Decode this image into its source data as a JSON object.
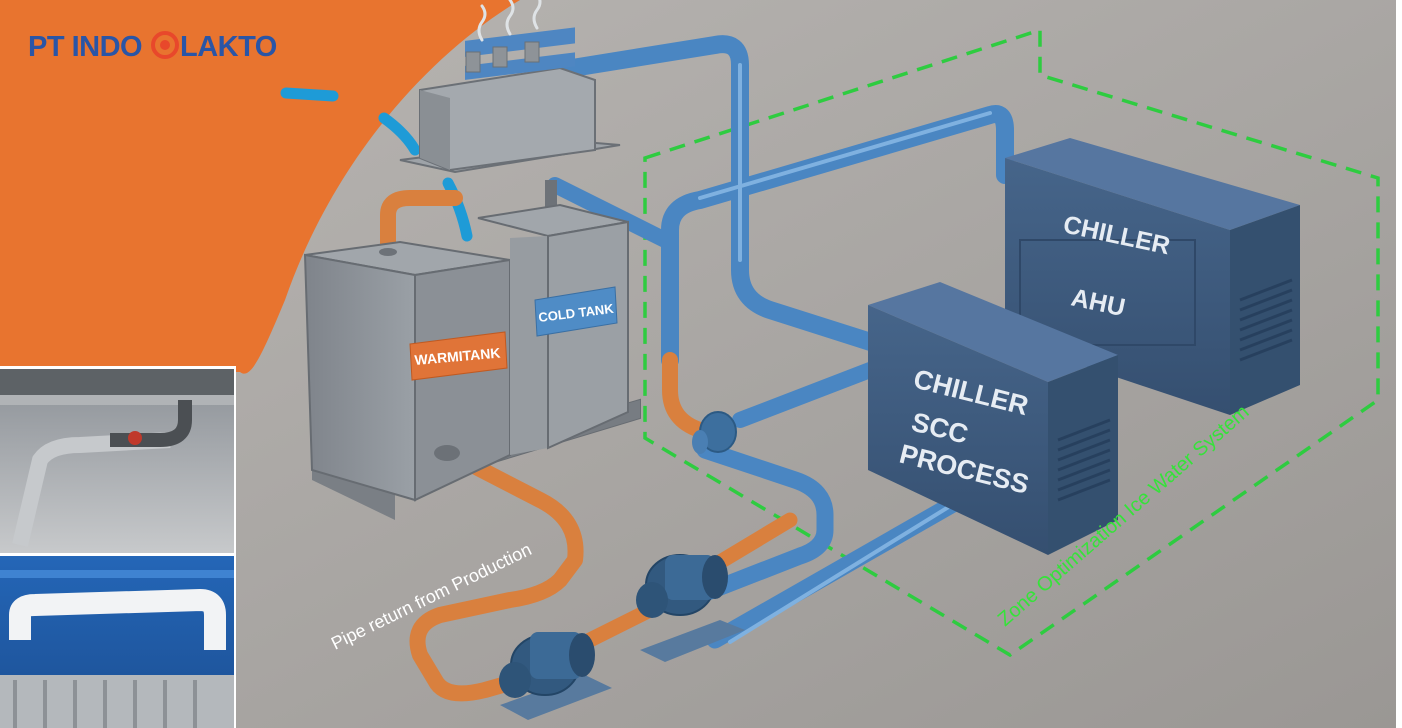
{
  "brand": {
    "name_part1": "PT INDO",
    "name_part2": "LAKTO",
    "brand_color": "#2a55a6",
    "accent_color": "#e8482b"
  },
  "equipment": {
    "warm_tank_label": "WARMITANK",
    "cold_tank_label": "COLD TANK",
    "chiller_ahu_line1": "CHILLER",
    "chiller_ahu_line2": "AHU",
    "chiller_scc_line1": "CHILLER",
    "chiller_scc_line2": "SCC",
    "chiller_scc_line3": "PROCESS"
  },
  "annotations": {
    "pipe_return": "Pipe return from Production",
    "zone": "Zone Optimization Ice Water System"
  },
  "colors": {
    "background_orange": "#e8742f",
    "floor_gray": "#a7a4a2",
    "pipe_blue": "#4a86c2",
    "pipe_orange": "#d9803e",
    "chiller_navy": "#3c5a7e",
    "tank_gray": "#8c9096",
    "zone_green": "#2ecc40",
    "zone_text_green": "#36e23a"
  }
}
